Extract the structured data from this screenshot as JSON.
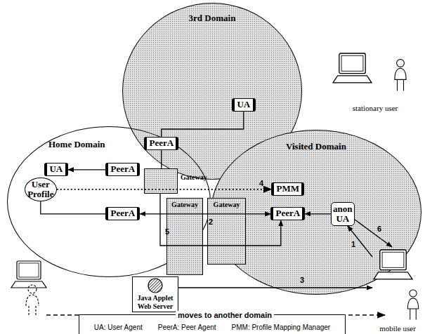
{
  "diagram": {
    "nodes": [
      {
        "text": [
          "3rd Domain"
        ]
      },
      {
        "text": [
          "UA"
        ],
        "in": 0
      },
      {
        "text": [
          "PeerA"
        ],
        "in": 0
      },
      {
        "text": [
          "Gateway"
        ]
      },
      {
        "text": [
          "Home Domain"
        ]
      },
      {
        "text": [
          "UA"
        ],
        "in": 4
      },
      {
        "text": [
          "PeerA"
        ],
        "in": 4
      },
      {
        "text": [
          "User Profile"
        ],
        "in": 4
      },
      {
        "text": [
          "PeerA"
        ],
        "in": 4
      },
      {
        "text": [
          "Gateway"
        ]
      },
      {
        "text": [
          "Visited Domain"
        ]
      },
      {
        "text": [
          "Gateway"
        ]
      },
      {
        "text": [
          "PMM"
        ],
        "in": 10
      },
      {
        "text": [
          "PeerA"
        ],
        "in": 10
      },
      {
        "text": [
          "anon UA"
        ],
        "in": 10
      },
      {
        "text": [
          "Java Applet",
          "Web Server"
        ]
      },
      {
        "text": [
          "stationary user"
        ]
      },
      {
        "text": [
          "mobile user"
        ]
      },
      {
        "text": [
          "UA: User Agent",
          "PeerA: Peer Agent",
          "PMM: Profile Mapping Manager"
        ]
      }
    ],
    "edges": [
      {
        "from": 1,
        "to": 2,
        "arrow": "none"
      },
      {
        "from": 2,
        "to": 3,
        "arrow": "none"
      },
      {
        "from": 3,
        "to": 13,
        "label": "5",
        "arrow": "to"
      },
      {
        "from": 6,
        "to": 5,
        "arrow": "to"
      },
      {
        "from": 7,
        "to": 12,
        "label": "4",
        "arrow": "to"
      },
      {
        "from": 8,
        "to": 13,
        "label": "2",
        "arrow": "both"
      },
      {
        "from": 7,
        "to": 8,
        "arrow": "none"
      },
      {
        "from": 15,
        "to": 17,
        "label": "3",
        "arrow": "to"
      },
      {
        "from": 17,
        "to": 14,
        "label": "1",
        "arrow": "to"
      },
      {
        "from": 14,
        "to": 17,
        "label": "6",
        "arrow": "to"
      },
      {
        "from": 14,
        "to": 13,
        "arrow": "to"
      }
    ],
    "labels": [
      "moves to another domain"
    ]
  }
}
